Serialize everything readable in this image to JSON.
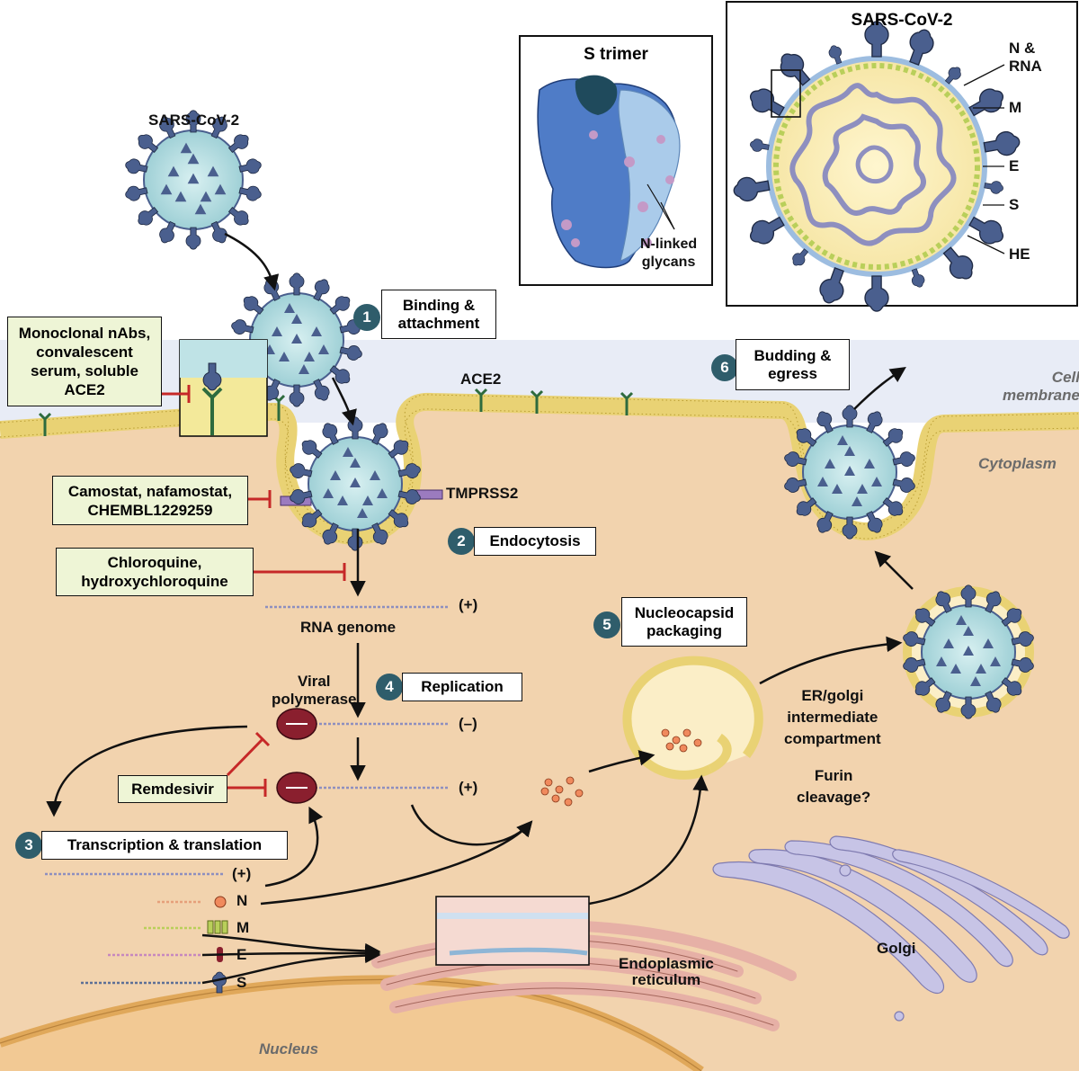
{
  "labels": {
    "virus_top": "SARS-CoV-2",
    "s_trimer": "S trimer",
    "n_linked_glycans": "N-linked\nglycans",
    "virion_title": "SARS-CoV-2",
    "virion_parts": [
      "N &\nRNA",
      "M",
      "E",
      "S",
      "HE"
    ],
    "ace2": "ACE2",
    "cell_membrane": "Cell\nmembrane",
    "cytoplasm": "Cytoplasm",
    "tmprss2": "TMPRSS2",
    "rna_genome": "RNA genome",
    "viral_polymerase": "Viral\npolymerase",
    "plus1": "(+)",
    "minus": "(–)",
    "plus2": "(+)",
    "plus3": "(+)",
    "er_golgi": "ER/golgi\nintermediate\ncompartment",
    "furin": "Furin\ncleavage?",
    "proteins": [
      "N",
      "M",
      "E",
      "S"
    ],
    "endoplasmic_reticulum": "Endoplasmic\nreticulum",
    "golgi": "Golgi",
    "nucleus": "Nucleus"
  },
  "steps": [
    {
      "num": "1",
      "label": "Binding &\nattachment"
    },
    {
      "num": "2",
      "label": "Endocytosis"
    },
    {
      "num": "3",
      "label": "Transcription & translation"
    },
    {
      "num": "4",
      "label": "Replication"
    },
    {
      "num": "5",
      "label": "Nucleocapsid\npackaging"
    },
    {
      "num": "6",
      "label": "Budding &\negress"
    }
  ],
  "drugs": {
    "antibodies": "Monoclonal nAbs,\nconvalescent\nserum, soluble\nACE2",
    "protease": "Camostat, nafamostat,\nCHEMBL1229259",
    "chloroquine": "Chloroquine,\nhydroxychloroquine",
    "remdesivir": "Remdesivir"
  },
  "colors": {
    "virus_fill": "#bfe3e6",
    "spike": "#4a5f8e",
    "membrane": "#f2e38a",
    "cytoplasm": "#f4d6b4",
    "inhibitor": "#c62828",
    "step_badge": "#2f5d6b",
    "polymerase": "#8a1f2e"
  }
}
